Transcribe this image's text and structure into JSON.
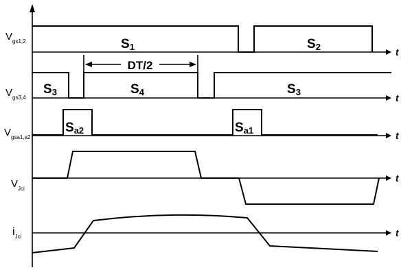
{
  "signals": {
    "vgs12": {
      "main": "V",
      "sub": "gs1,2"
    },
    "vgs34": {
      "main": "V",
      "sub": "gs3,4"
    },
    "vgsa12": {
      "main": "V",
      "sub": "gsa1,a2"
    },
    "vjci": {
      "main": "V",
      "sub": "Jci"
    },
    "ijci": {
      "main": "i",
      "sub": "Jci"
    }
  },
  "time_label": "t",
  "interval_label": "DT/2",
  "switches": {
    "s1": {
      "main": "S",
      "sub": "1"
    },
    "s2": {
      "main": "S",
      "sub": "2"
    },
    "s3a": {
      "main": "S",
      "sub": "3"
    },
    "s4": {
      "main": "S",
      "sub": "4"
    },
    "s3b": {
      "main": "S",
      "sub": "3"
    },
    "sa2": {
      "main": "S",
      "sub": "a2"
    },
    "sa1": {
      "main": "S",
      "sub": "a1"
    }
  }
}
